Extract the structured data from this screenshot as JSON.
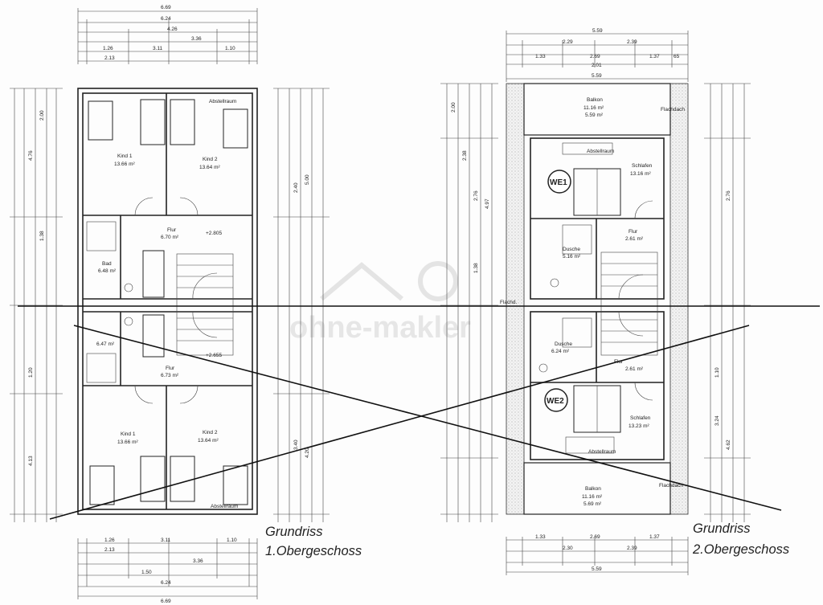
{
  "plans": {
    "left": {
      "caption_line1": "Grundriss",
      "caption_line2": "1.Obergeschoss",
      "dims_top": [
        "6.69",
        "6.24",
        "4.26",
        "3.36",
        "1.26",
        "3.11",
        "1.10",
        "2.13"
      ],
      "dims_bottom": [
        "1.26",
        "3.11",
        "1.10",
        "2.13",
        "3.36",
        "1.50",
        "6.24",
        "6.69"
      ],
      "rooms": {
        "kind1_top": {
          "name": "Kind 1",
          "area": "13.66 m²"
        },
        "kind2_top": {
          "name": "Kind 2",
          "area": "13.64 m²"
        },
        "flur_top": {
          "name": "Flur",
          "area": "6.70 m²"
        },
        "bad": {
          "name": "Bad",
          "area": "6.48 m²"
        },
        "flur_bottom": {
          "name": "Flur",
          "area": "6.73 m²"
        },
        "bad_bottom_area": "6.47 m²",
        "kind1_bottom": {
          "name": "Kind 1",
          "area": "13.66 m²"
        },
        "kind2_bottom": {
          "name": "Kind 2",
          "area": "13.64 m²"
        },
        "level_top": "+2.805",
        "level_bottom": "+2.655",
        "abstell_top": "Abstellraum",
        "abstell_bottom": "Abstellraum"
      },
      "side_dims": [
        "4.76",
        "2.00",
        "1.38",
        "1.20",
        "4.13",
        "2.40",
        "3.40",
        "5.00",
        "4.20"
      ]
    },
    "right": {
      "caption_line1": "Grundriss",
      "caption_line2": "2.Obergeschoss",
      "dims_top": [
        "5.59",
        "2.29",
        "2.39",
        "1.33",
        "2.69",
        "1.37",
        "2.01",
        "65"
      ],
      "dims_bottom": [
        "1.33",
        "2.69",
        "1.37",
        "2.30",
        "2.39",
        "5.59"
      ],
      "badge_top": "WE1",
      "badge_bottom": "WE2",
      "rooms": {
        "balkon_top": {
          "name": "Balkon",
          "area": "11.16 m²",
          "area2": "5.59 m²"
        },
        "schlafen_top": {
          "name": "Schlafen",
          "area": "13.16 m²"
        },
        "flur_top": {
          "name": "Flur",
          "area": "2.61 m²"
        },
        "dusche_top": {
          "name": "Dusche",
          "area": "5.16 m²"
        },
        "dusche_bottom": {
          "name": "Dusche",
          "area": "6.24 m²"
        },
        "flur_bottom": {
          "name": "Flur",
          "area": "2.61 m²"
        },
        "schlafen_bottom": {
          "name": "Schlafen",
          "area": "13.23 m²"
        },
        "balkon_bottom": {
          "name": "Balkon",
          "area": "11.16 m²",
          "area2": "5.69 m²"
        },
        "flachdach_top": "Flachdach",
        "flachdach_bottom": "Flachdach",
        "flachdach_mid": "Flachd.",
        "abstell_top": "Abstellraum",
        "abstell_bottom": "Abstellraum"
      },
      "side_dims": [
        "2.00",
        "2.38",
        "2.76",
        "4.97",
        "1.38",
        "1.10",
        "4.62",
        "3.24",
        "2.76"
      ]
    }
  },
  "watermark": "ohne-makler"
}
